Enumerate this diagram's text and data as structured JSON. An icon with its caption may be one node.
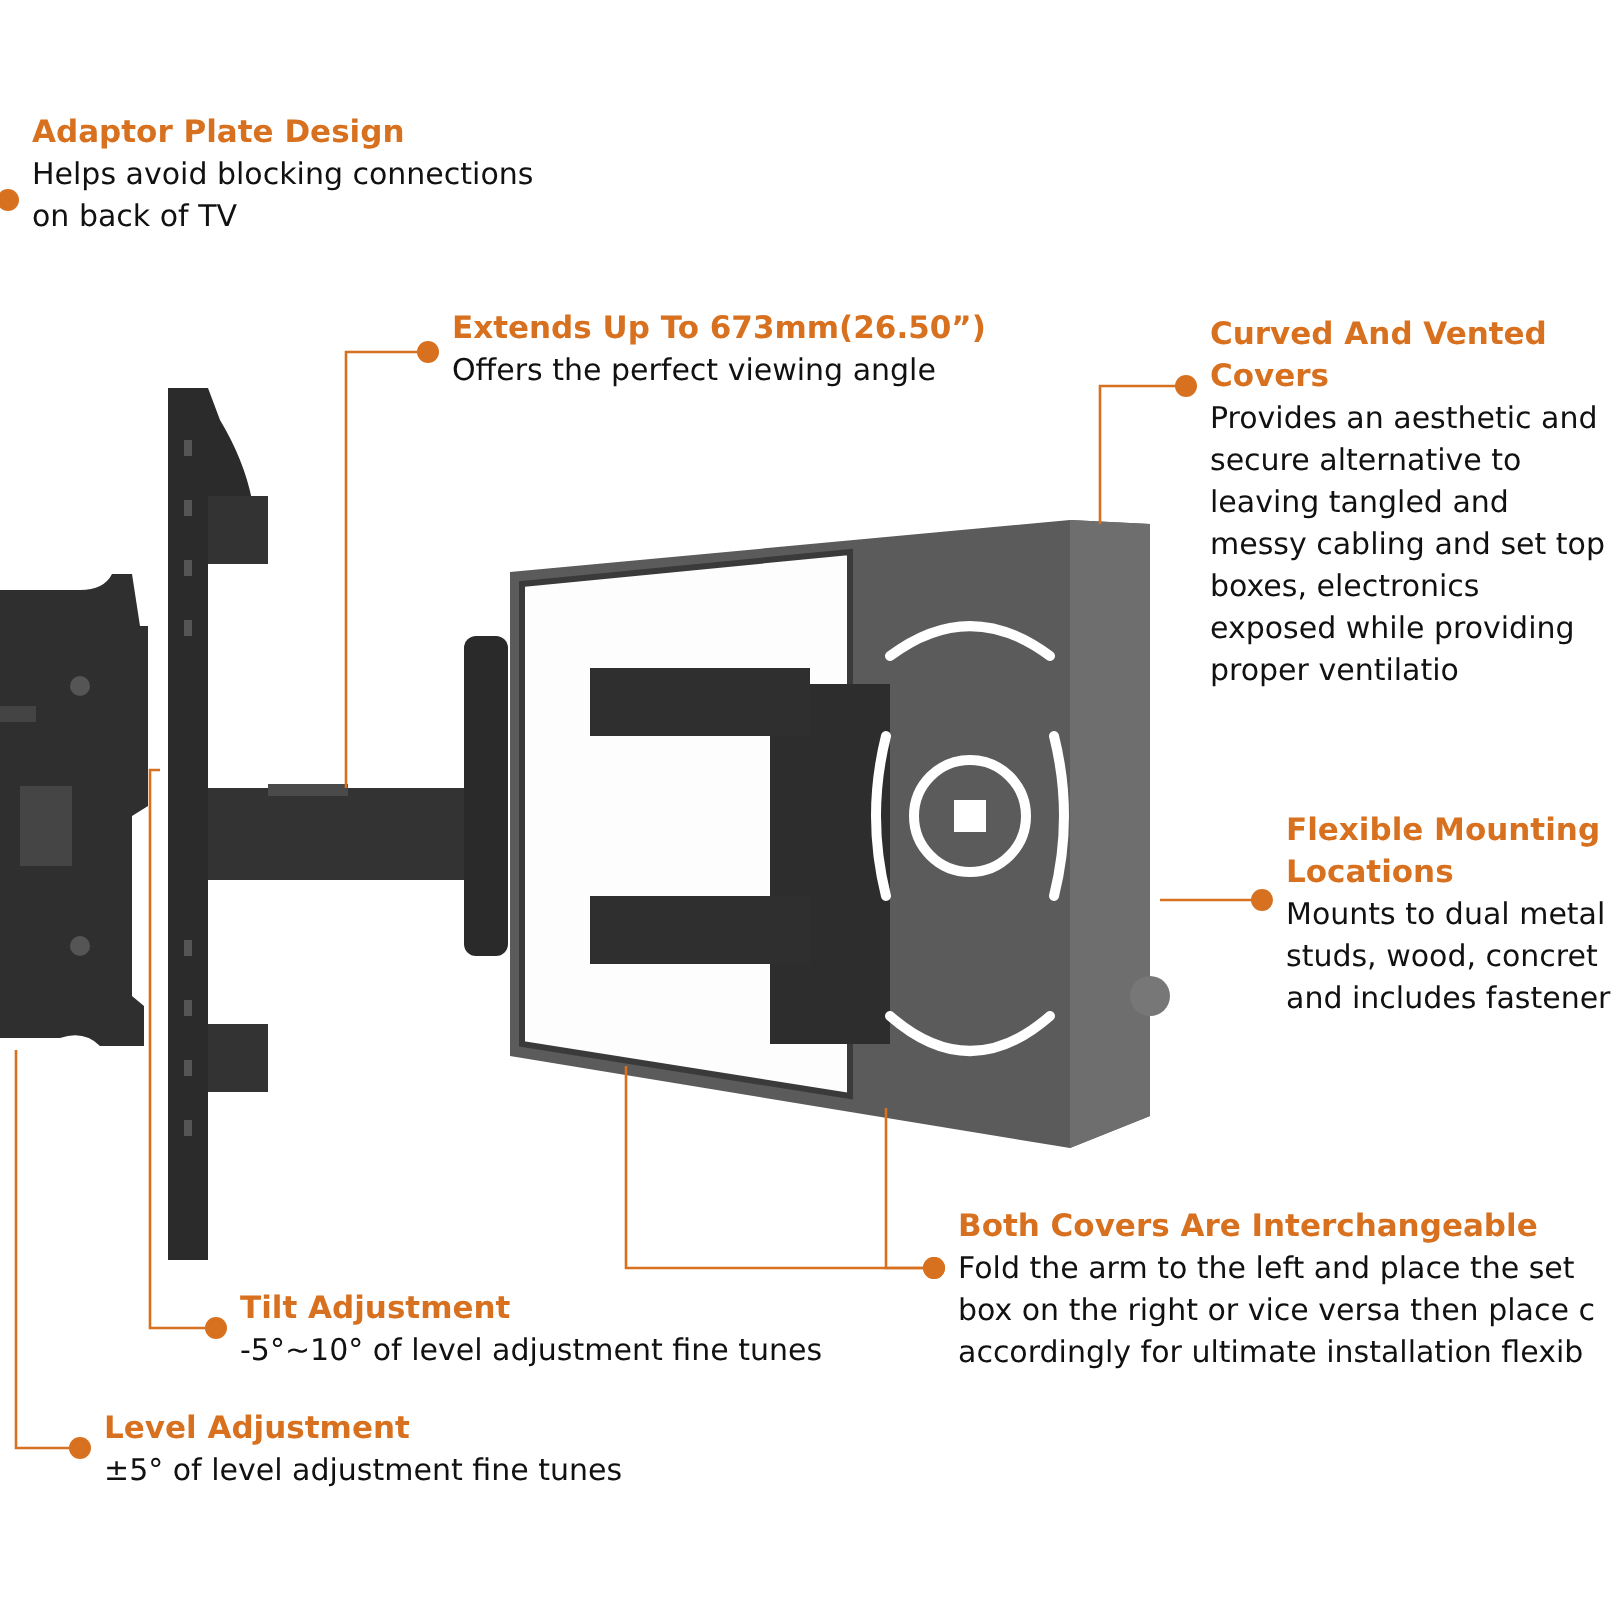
{
  "diagram": {
    "nodes": [
      {
        "text": [
          "Adaptor Plate Design",
          "Helps avoid blocking connections on back of TV"
        ]
      },
      {
        "text": [
          "Extends Up To 673mm(26.50”)",
          "Offers the perfect viewing angle"
        ]
      },
      {
        "text": [
          "Curved And Vented Covers",
          "Provides an aesthetic and secure alternative to leaving tangled and messy cabling and set top boxes, electronics exposed while providing proper ventilatio"
        ]
      },
      {
        "text": [
          "Flexible Mounting Locations",
          "Mounts to dual metal studs, wood, concret and includes fastener"
        ]
      },
      {
        "text": [
          "Both Covers Are Interchangeable",
          "Fold the arm to the left and place the set box on the right or vice versa then place c accordingly for ultimate installation flexib"
        ]
      },
      {
        "text": [
          "Tilt Adjustment",
          "-5°~10° of level adjustment fine tunes"
        ]
      },
      {
        "text": [
          "Level Adjustment",
          "±5° of level adjustment fine tunes"
        ]
      },
      {
        "text": [],
        "shape": "picture"
      },
      {
        "text": [],
        "shape": "picture"
      },
      {
        "text": [],
        "shape": "picture"
      },
      {
        "text": [],
        "shape": "picture"
      }
    ],
    "edges": [
      {
        "from": 0,
        "to": null,
        "arrow": "other"
      },
      {
        "from": 1,
        "to": 9,
        "arrow": "other"
      },
      {
        "from": 2,
        "to": 10,
        "arrow": "other"
      },
      {
        "from": 3,
        "to": 10,
        "arrow": "other"
      },
      {
        "from": 4,
        "to": 10,
        "arrow": "other"
      },
      {
        "from": 4,
        "to": 10,
        "arrow": "other"
      },
      {
        "from": 5,
        "to": 8,
        "arrow": "other"
      },
      {
        "from": 6,
        "to": 7,
        "arrow": "other"
      }
    ]
  }
}
